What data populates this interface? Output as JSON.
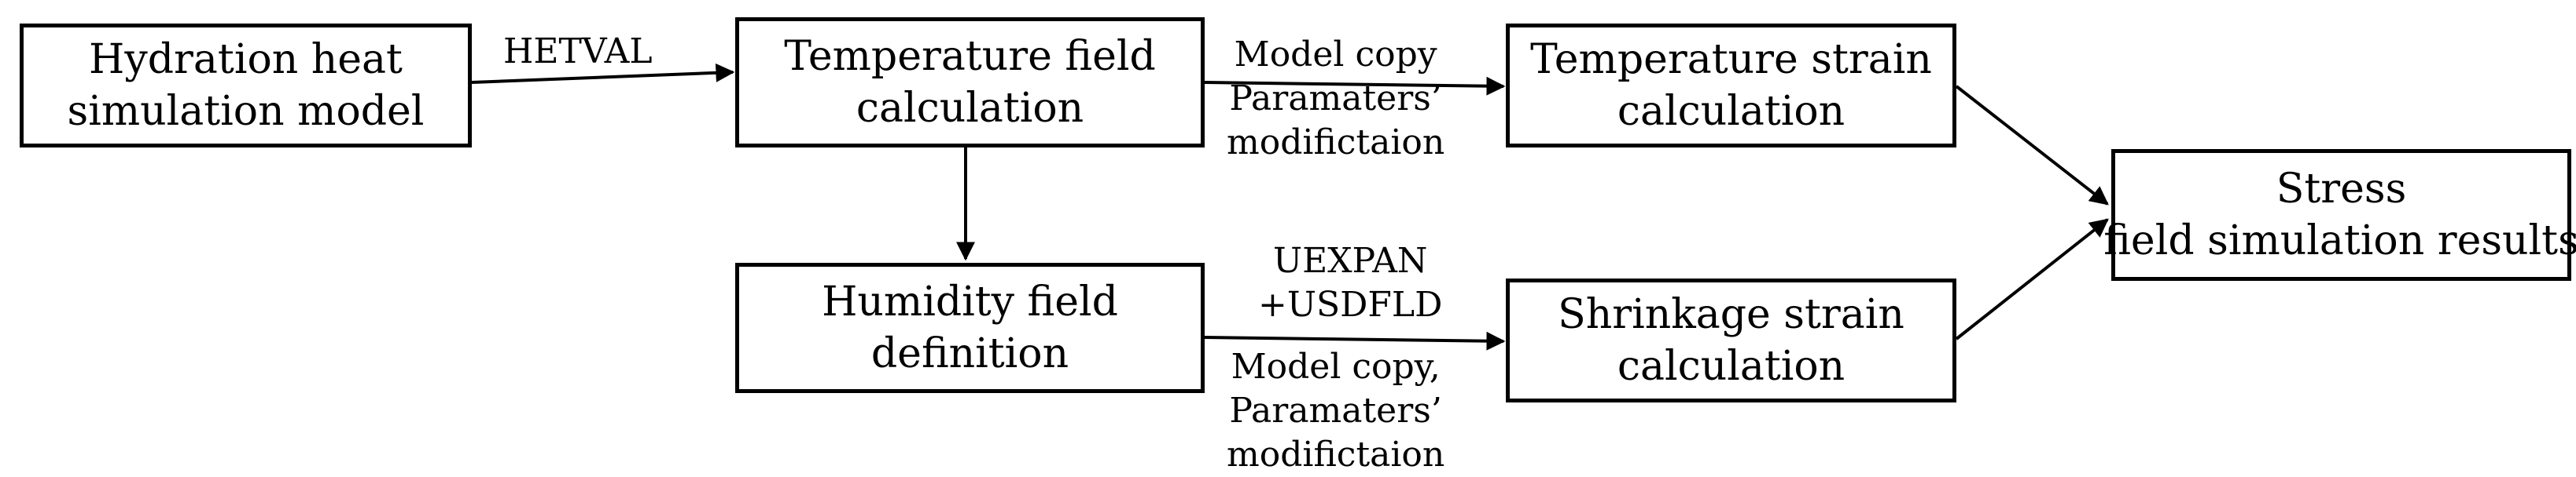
{
  "nodes": {
    "hydration": {
      "line1": "Hydration heat",
      "line2": "simulation model"
    },
    "temperature_field": {
      "line1": "Temperature field",
      "line2": "calculation"
    },
    "humidity_field": {
      "line1": "Humidity field",
      "line2": "definition"
    },
    "temperature_strain": {
      "line1": "Temperature strain",
      "line2": "calculation"
    },
    "shrinkage_strain": {
      "line1": "Shrinkage strain",
      "line2": "calculation"
    },
    "stress_field": {
      "line1": "Stress",
      "line2": "field",
      "line3": "simulation results"
    }
  },
  "edge_labels": {
    "hetval": "HETVAL",
    "temp_copy": {
      "line1": "Model copy",
      "line2": "Paramaters’",
      "line3": "modifictaion"
    },
    "hum_top": {
      "line1": "UEXPAN",
      "line2": "+USDFLD"
    },
    "hum_bottom": {
      "line1": "Model copy,",
      "line2": "Paramaters’",
      "line3": "modifictaion"
    }
  }
}
